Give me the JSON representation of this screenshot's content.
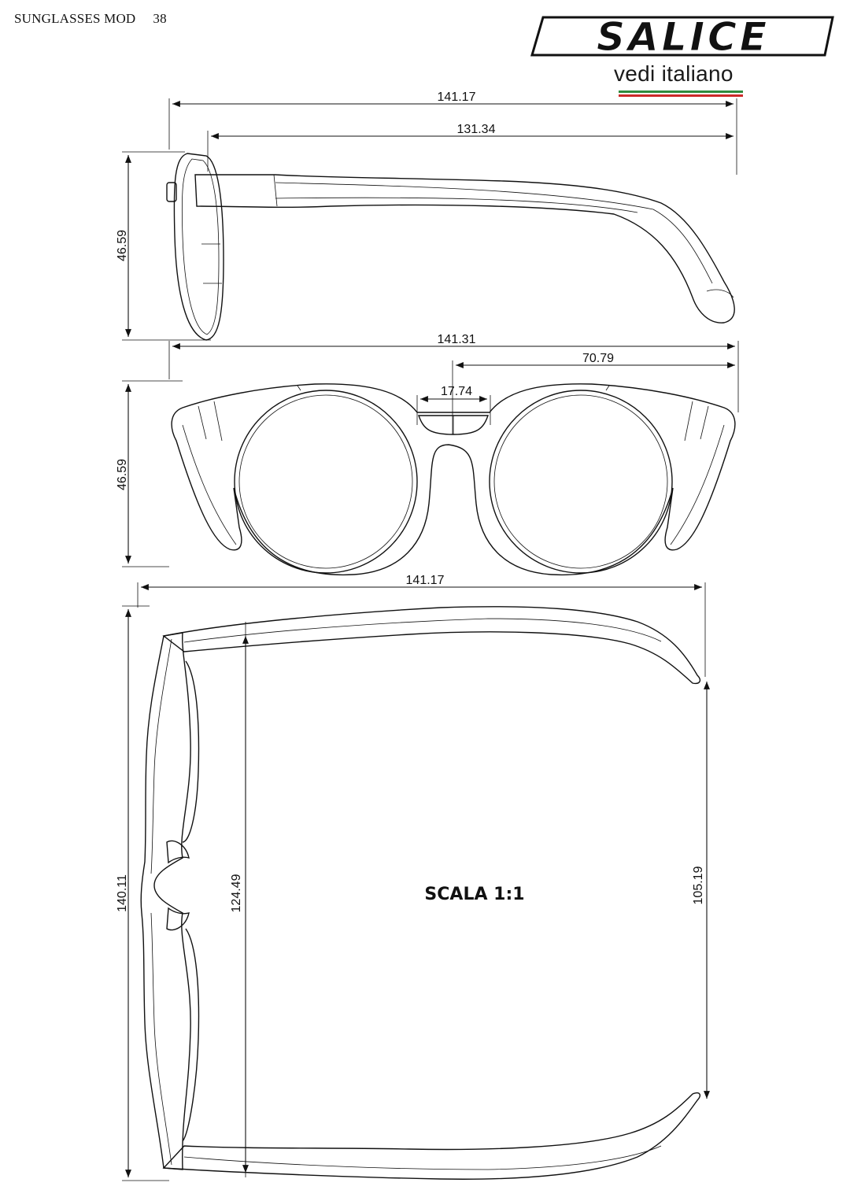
{
  "header": {
    "title": "SUNGLASSES MOD",
    "model_number": "38"
  },
  "brand": {
    "logo_text": "SALICE",
    "tagline": "vedi italiano",
    "flag_colors": [
      "#2e8b3d",
      "#ffffff",
      "#cc2a2a"
    ]
  },
  "side_view": {
    "overall_length": "141.17",
    "temple_length": "131.34",
    "height": "46.59"
  },
  "front_view": {
    "overall_width": "141.31",
    "half_width": "70.79",
    "bridge_width": "17.74",
    "height": "46.59"
  },
  "top_view": {
    "overall_length": "141.17",
    "overall_width": "140.11",
    "inner_width": "124.49",
    "temple_tip_width": "105.19"
  },
  "scale": "SCALA 1:1"
}
